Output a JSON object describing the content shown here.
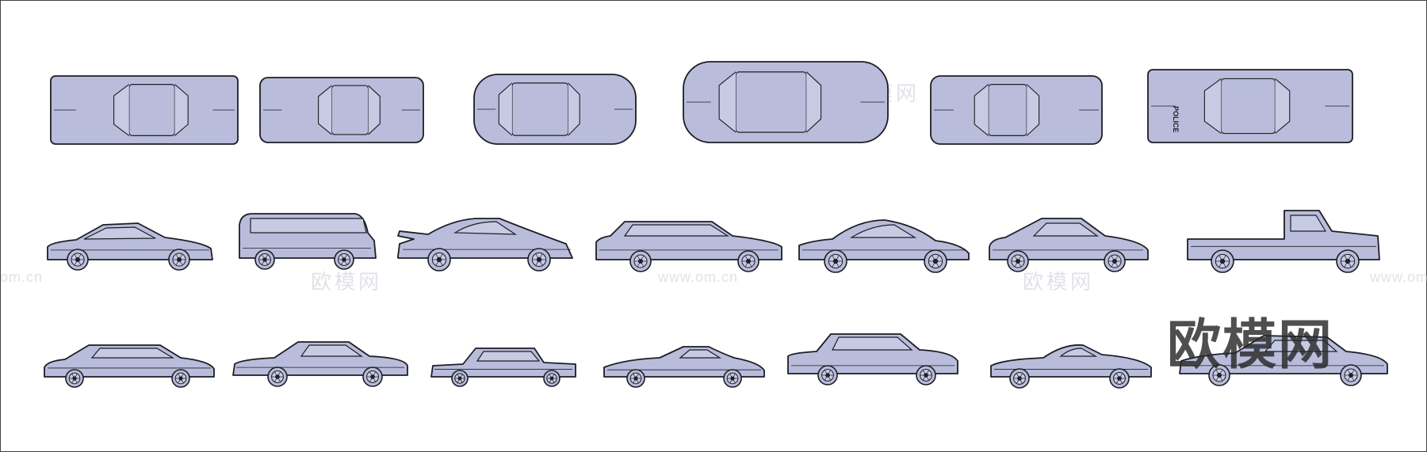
{
  "colors": {
    "fill": "#b9bddb",
    "line": "#1d1d24",
    "glass": "#c7cae3",
    "tire": "#2a2a30"
  },
  "watermarks": {
    "brand_cn": "欧模网",
    "url_a": "www.om.cn",
    "url_b": "om.cn"
  },
  "cars": {
    "top": [
      {
        "icon": "top-sedan-icon"
      },
      {
        "icon": "top-supercar-icon"
      },
      {
        "icon": "top-911-icon"
      },
      {
        "icon": "top-porsche-928-icon"
      },
      {
        "icon": "top-hatch-icon"
      },
      {
        "icon": "top-police-sedan-icon",
        "label": "POLICE"
      }
    ],
    "side_row1": [
      {
        "icon": "side-hatchback-icon"
      },
      {
        "icon": "side-van-icon"
      },
      {
        "icon": "side-911-turbo-icon"
      },
      {
        "icon": "side-wagon-icon"
      },
      {
        "icon": "side-911-icon"
      },
      {
        "icon": "side-liftback-icon"
      },
      {
        "icon": "side-pickup-icon"
      }
    ],
    "side_row2": [
      {
        "icon": "side-limo-sedan-icon"
      },
      {
        "icon": "side-sedan-icon"
      },
      {
        "icon": "side-classic-sedan-icon"
      },
      {
        "icon": "side-corvette-icon"
      },
      {
        "icon": "side-boxy-sedan-icon"
      },
      {
        "icon": "side-targa-icon"
      },
      {
        "icon": "side-coupe-icon"
      }
    ]
  }
}
